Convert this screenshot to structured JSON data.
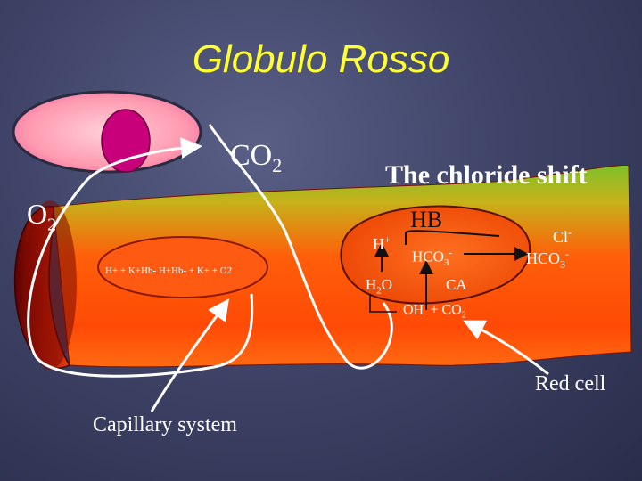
{
  "title": "Globulo Rosso",
  "labels": {
    "co2_main": "CO",
    "co2_sub": "2",
    "chloride_shift": "The chloride shift",
    "o2_main": "O",
    "o2_sub": "2",
    "hb": "HB",
    "h_plus": "H",
    "h_plus_sup": "+",
    "hco3_main": "HCO",
    "hco3_sub": "3",
    "hco3_sup": "-",
    "cl": "Cl",
    "cl_sup": "-",
    "hco3_right_main": "HCO",
    "hco3_right_sub": "3",
    "hco3_right_sup": "-",
    "equation": "H+ + K+Hb-  H+Hb- + K+ + O2",
    "h2o_main": "H",
    "h2o_sub": "2",
    "h2o_tail": "O",
    "ca": "CA",
    "oh_co2_a": "OH",
    "oh_sup": "-",
    "oh_co2_b": " + CO",
    "oh_co2_sub": "2",
    "red_cell": "Red cell",
    "capillary": "Capillary system"
  },
  "colors": {
    "title": "#ffff33",
    "cell_body": "#ff5a10",
    "disc": "#ff9ab0",
    "nucleus": "#cc0077"
  }
}
